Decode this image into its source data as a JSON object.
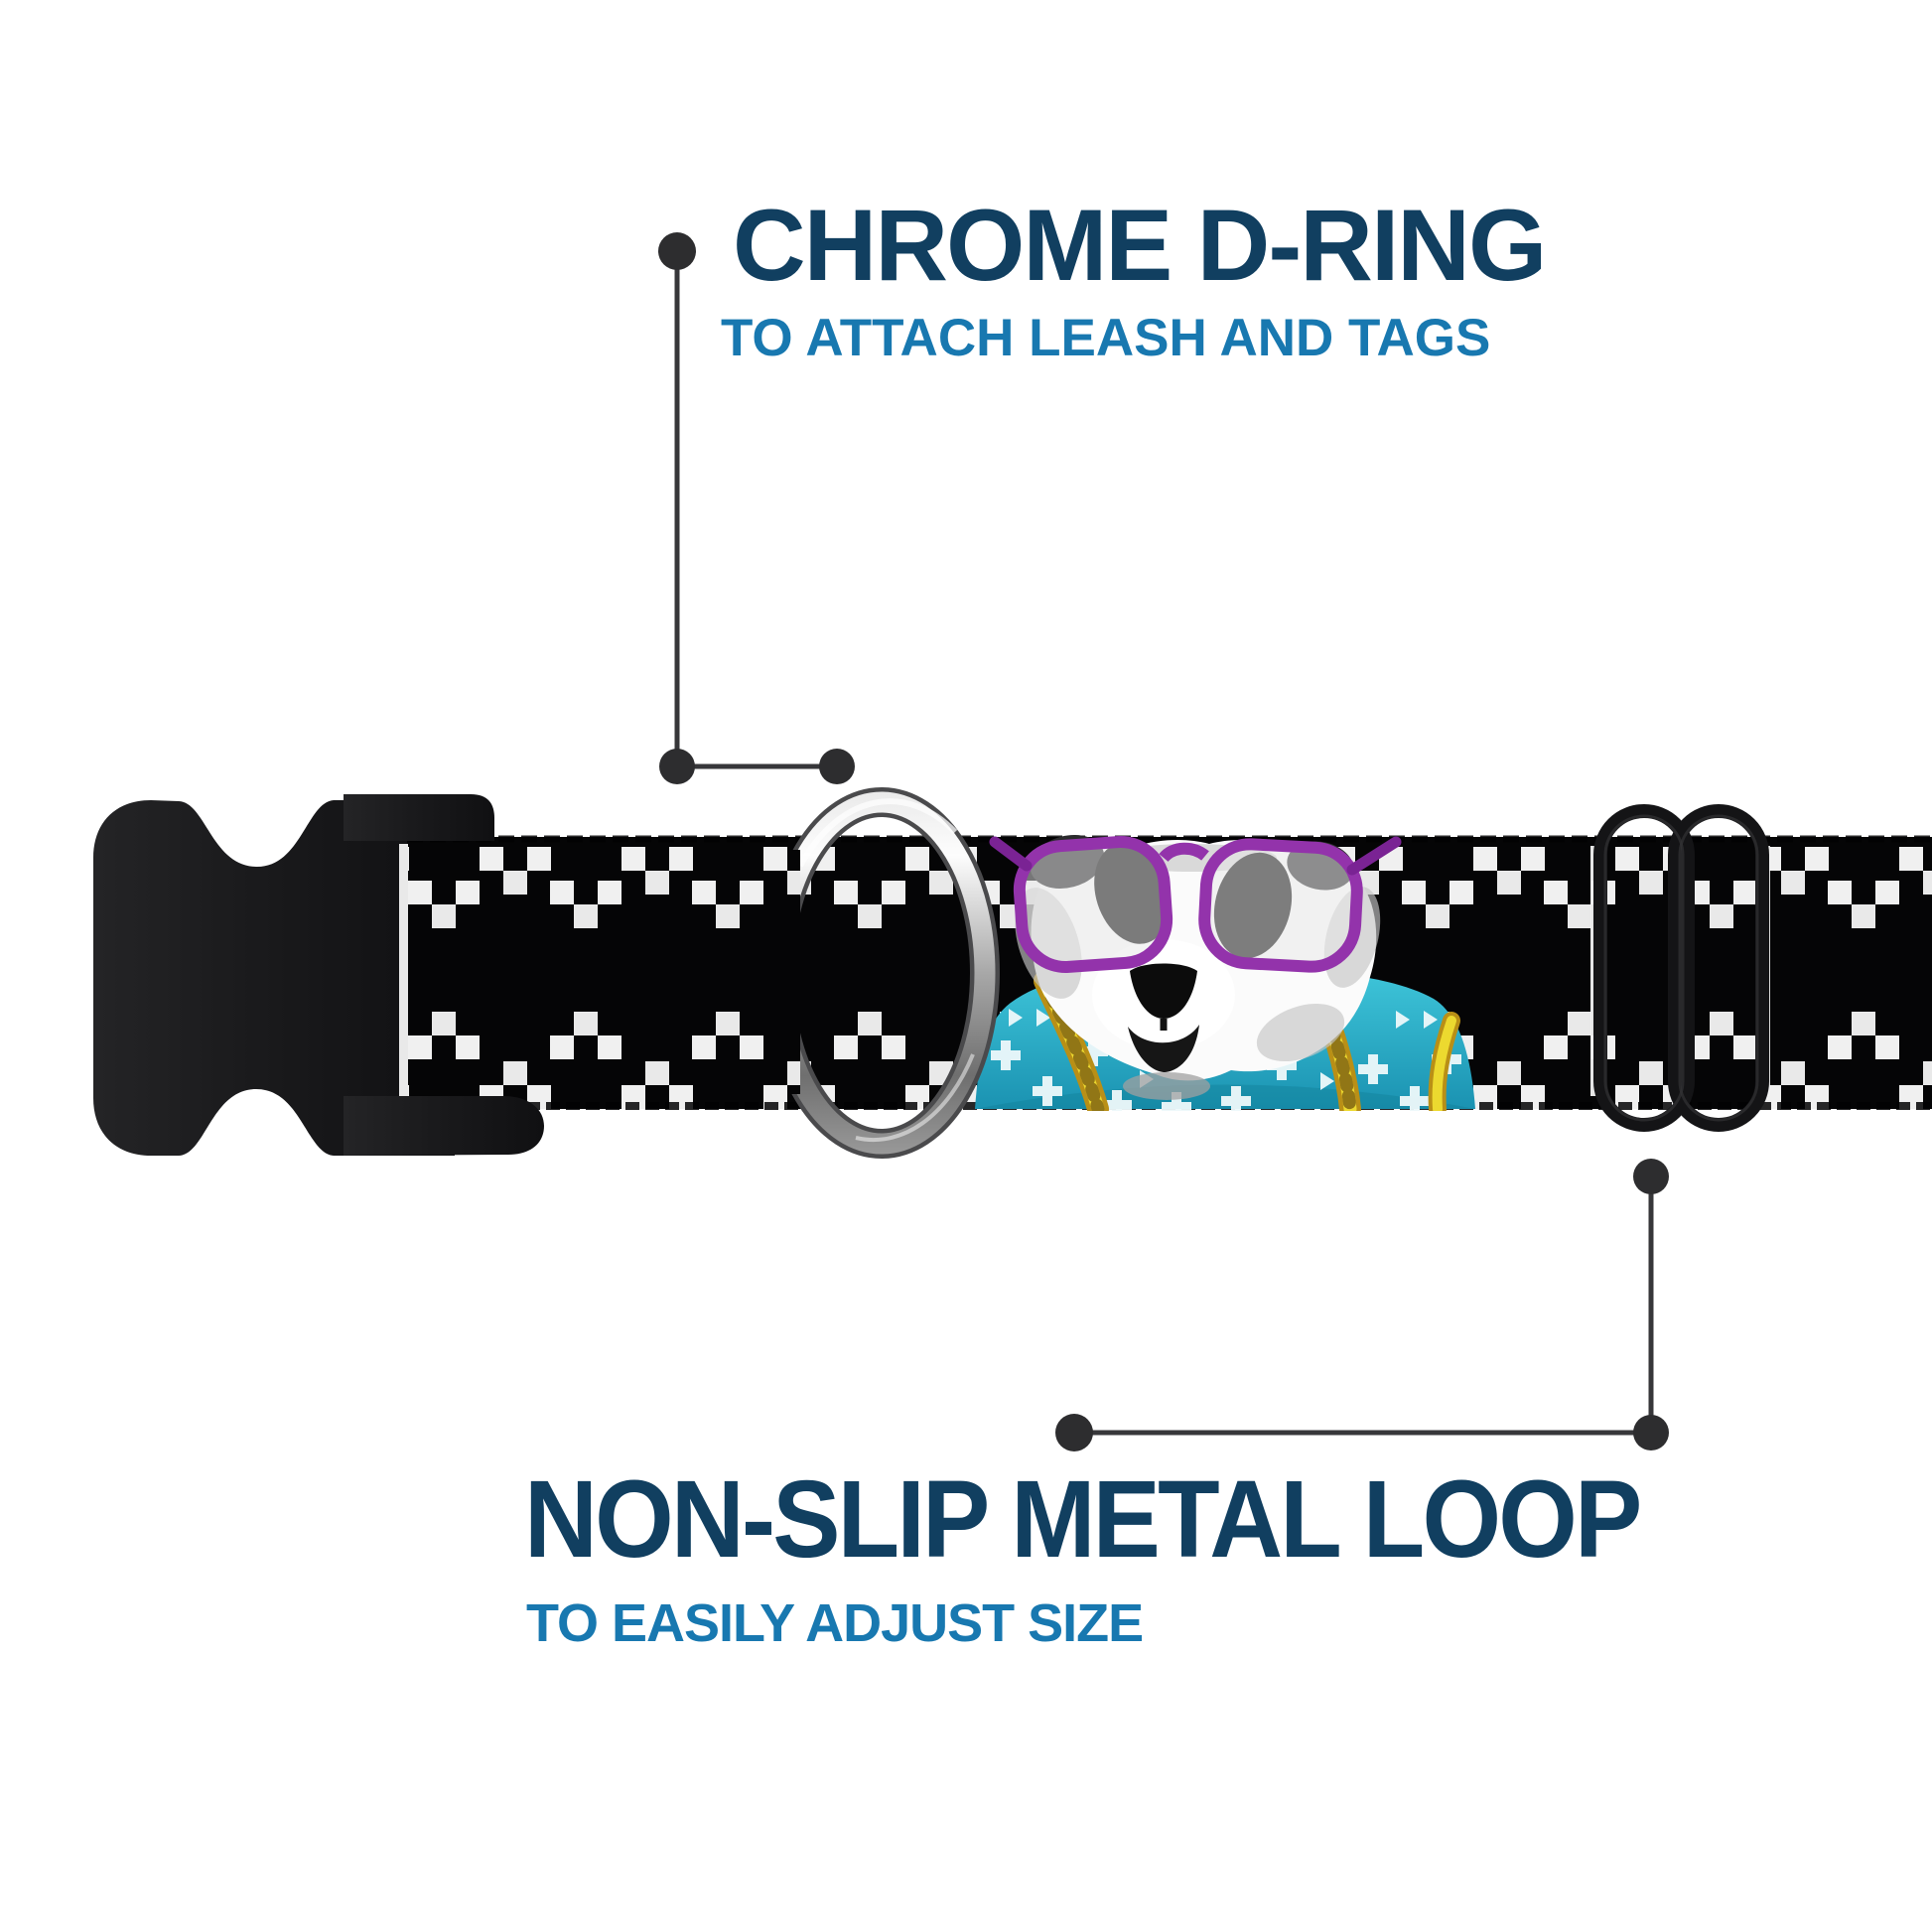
{
  "callouts": {
    "dring": {
      "title": "CHROME D-RING",
      "subtitle": "TO ATTACH LEASH AND TAGS"
    },
    "loop": {
      "title": "NON-SLIP METAL LOOP",
      "subtitle": "TO EASILY ADJUST SIZE"
    }
  },
  "palette": {
    "title_color": "#113f60",
    "subtitle_color": "#1878b0",
    "callout_dot": "#2d2d2f",
    "callout_line": "#37373a",
    "webbing_black": "#050506",
    "motif_white": "#f0f0f0",
    "buckle_black": "#1a1a1c",
    "chrome_light": "#f5f5f5",
    "chrome_dark": "#6f6f6f",
    "loop_black": "#141416",
    "sweater_teal": "#2fb9d2",
    "sweater_teal_dark": "#1b93b2",
    "chain_gold": "#ecd92f",
    "chain_gold_dark": "#b98f16",
    "glasses_purple": "#9333ab",
    "panda_white": "#fbfbfb",
    "panda_black": "#0f0f0f"
  }
}
